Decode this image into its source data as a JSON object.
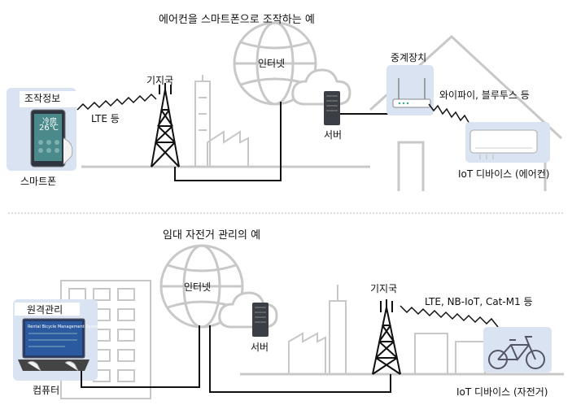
{
  "top": {
    "title": "에어컨을 스마트폰으로 조작하는 예",
    "control_info": "조작정보",
    "lte": "LTE 등",
    "base_station": "기지국",
    "internet": "인터넷",
    "server": "서버",
    "relay": "중계장치",
    "wifi_bt": "와이파이, 블루투스 등",
    "iot_device": "IoT 디바이스 (에어컨)",
    "smartphone": "스마트폰",
    "phone_screen_temp": "26℃",
    "phone_screen_mode": "冷房"
  },
  "bottom": {
    "title": "임대 자전거 관리의 예",
    "remote_mgmt": "원격관리",
    "computer": "컴퓨터",
    "internet": "인터넷",
    "server": "서버",
    "base_station": "기지국",
    "lte_nb": "LTE, NB-IoT, Cat-M1 등",
    "iot_device": "IoT 디바이스 (자전거)",
    "laptop_screen": "Rental Bicycle Management System"
  }
}
